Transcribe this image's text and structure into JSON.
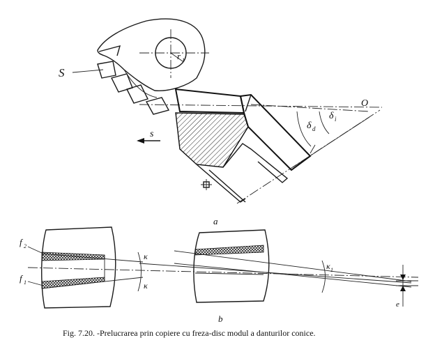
{
  "labels": {
    "S_cutter": "S",
    "r1": "r",
    "r1_sub": "1",
    "s_feed": "s",
    "O": "O",
    "delta_d": "δ",
    "delta_d_sub": "d",
    "delta_i": "δ",
    "delta_i_sub": "i",
    "a": "a",
    "b": "b",
    "f2": "f",
    "f2_sub": "2",
    "f1": "f",
    "f1_sub": "1",
    "kappa": "κ",
    "kappa2": "κ",
    "kappa2_sub": "1",
    "e": "e"
  },
  "caption": "Fig. 7.20. -Prelucrarea prin copiere cu freza-disc modul a danturilor conice."
}
